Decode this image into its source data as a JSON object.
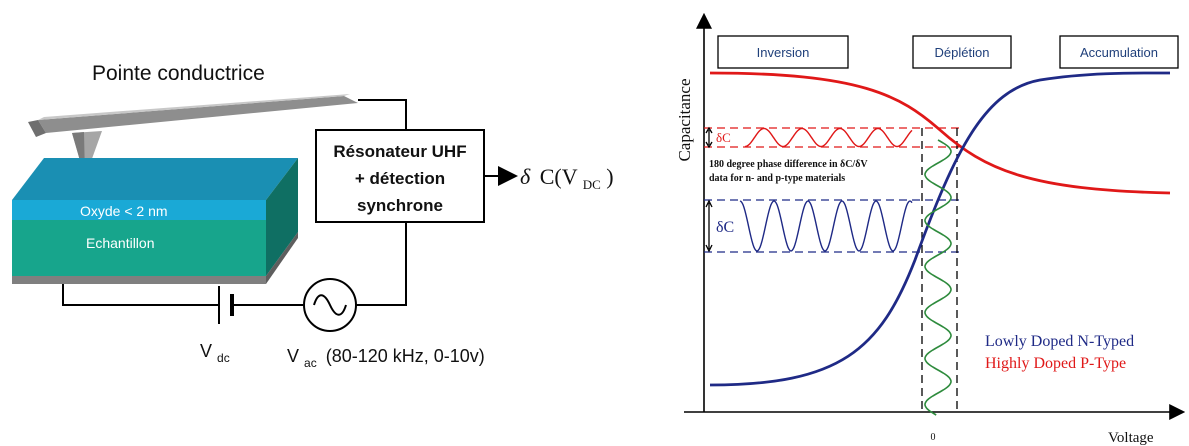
{
  "left_diagram": {
    "tip_label": "Pointe conductrice",
    "oxide_label": "Oxyde < 2 nm",
    "sample_label": "Echantillon",
    "resonator_line1": "Résonateur UHF",
    "resonator_line2": "+ détection",
    "resonator_line3": "synchrone",
    "output_delta": "δ",
    "output_main": "C(V",
    "output_sub": "DC",
    "output_close": ")",
    "vdc_main": "V",
    "vdc_sub": "dc",
    "vac_main": "V",
    "vac_sub": "ac",
    "vac_spec": "(80-120 kHz, 0-10v)",
    "colors": {
      "oxide": "#1aa9d6",
      "sample": "#17a58c",
      "substrate": "#7f7f7f",
      "tip": "#9a9a9a"
    }
  },
  "right_diagram": {
    "y_axis_label": "Capacitance",
    "x_axis_label": "Voltage",
    "x_zero_label": "0",
    "region_boxes": [
      "Inversion",
      "Déplétion",
      "Accumulation"
    ],
    "delta_c_top": "δC",
    "delta_c_bottom": "δC",
    "phase_note_line1": "180 degree phase difference in δC/δV",
    "phase_note_line2": "data for n- and p-type materials",
    "legend": [
      {
        "label": "Lowly Doped N-Typed",
        "color": "#1f2a86"
      },
      {
        "label": "Highly Doped P-Type",
        "color": "#e01818"
      }
    ],
    "colors": {
      "n_curve": "#1f2a86",
      "p_curve": "#e01818",
      "modulation": "#2e8b3d",
      "box_text": "#1f3f7a"
    }
  }
}
